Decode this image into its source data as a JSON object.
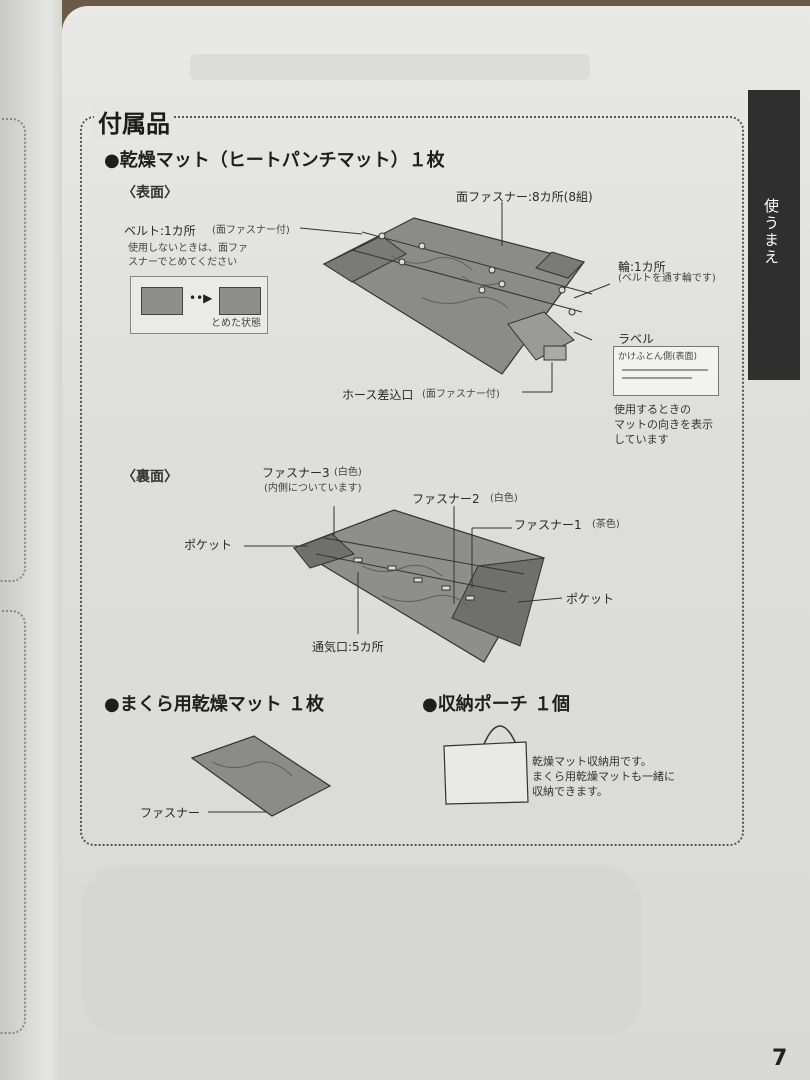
{
  "page": {
    "section_title": "付属品",
    "side_tab": "使うまえ",
    "page_number": "7"
  },
  "items": {
    "mat": {
      "heading": "●乾燥マット（ヒートパンチマット）１枚",
      "front_view": "〈表面〉",
      "back_view": "〈裏面〉"
    },
    "pillow": {
      "heading": "●まくら用乾燥マット １枚"
    },
    "pouch": {
      "heading": "●収納ポーチ １個"
    }
  },
  "callouts_front": {
    "belt": "ベルト:1カ所",
    "belt_sub": "(面ファスナー付)",
    "belt_note_1": "使用しないときは、面ファ",
    "belt_note_2": "スナーでとめてください",
    "belt_fastened": "とめた状態",
    "velcro": "面ファスナー:8カ所(8組)",
    "ring": "輪:1カ所",
    "ring_sub": "(ベルトを通す輪です)",
    "label": "ラベル",
    "label_card_title": "かけふとん側(表面)",
    "hose": "ホース差込口",
    "hose_sub": "(面ファスナー付)",
    "label_note_1": "使用するときの",
    "label_note_2": "マットの向きを表示",
    "label_note_3": "しています"
  },
  "callouts_back": {
    "zip3": "ファスナー3",
    "zip3_color": "(白色)",
    "zip3_sub": "(内側についています)",
    "zip2": "ファスナー2",
    "zip2_color": "(白色)",
    "zip1": "ファスナー1",
    "zip1_color": "(茶色)",
    "pocket_left": "ポケット",
    "pocket_right": "ポケット",
    "vent": "通気口:5カ所"
  },
  "pillow_callout": {
    "zip": "ファスナー"
  },
  "pouch_desc": {
    "line1": "乾燥マット収納用です。",
    "line2": "まくら用乾燥マットも一緒に",
    "line3": "収納できます。"
  },
  "colors": {
    "mat": "#8e8e8b",
    "mat_dark": "#6f6f6c",
    "page": "#e3e3e0",
    "tab": "#2f2f2f",
    "background": "#6b5a45"
  }
}
